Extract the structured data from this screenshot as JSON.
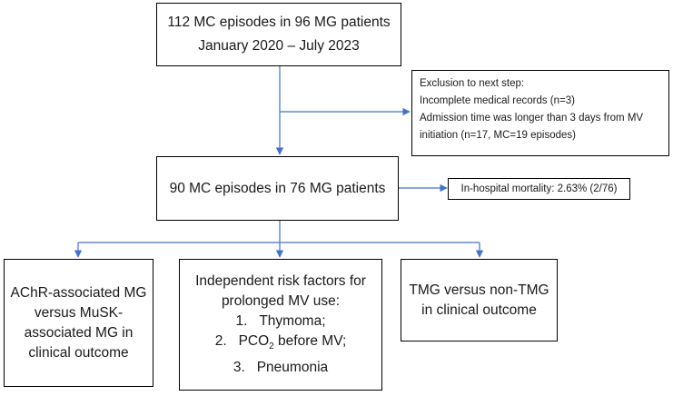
{
  "top_box": {
    "line1": "112 MC episodes in 96 MG patients",
    "line2": "January 2020 – July 2023"
  },
  "exclusion_box": {
    "title": "Exclusion to next step:",
    "item1": "Incomplete medical records (n=3)",
    "item2a": "Admission time was longer than 3 days from MV",
    "item2b": "initiation (n=17, MC=19 episodes)"
  },
  "middle_box": {
    "text": "90 MC episodes in 76 MG patients"
  },
  "mortality_box": {
    "text": "In-hospital mortality: 2.63% (2/76)"
  },
  "left_box": {
    "lines": [
      "AChR-associated MG",
      "versus MuSK-",
      "associated MG in",
      "clinical outcome"
    ]
  },
  "center_box": {
    "lines": [
      "Independent risk factors for",
      "prolonged MV use:"
    ],
    "items": [
      {
        "num": "1.",
        "text": "Thymoma;"
      },
      {
        "num": "2.",
        "text_pre": "PCO",
        "text_sub": "2",
        "text_post": " before MV;"
      },
      {
        "num": "3.",
        "text": "Pneumonia"
      }
    ]
  },
  "right_box": {
    "lines": [
      "TMG versus non-TMG",
      "in clinical outcome"
    ]
  },
  "colors": {
    "arrow": "#4472C4",
    "border": "#000000"
  }
}
